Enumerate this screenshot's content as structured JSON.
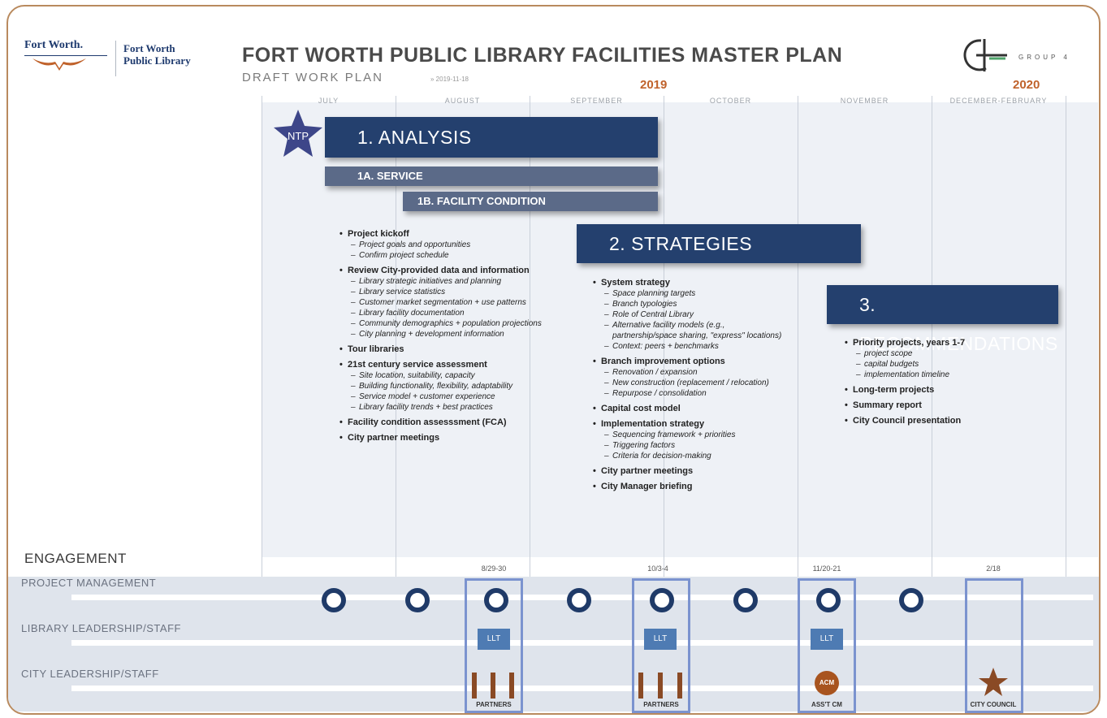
{
  "header": {
    "logo_fort_worth": "Fort Worth.",
    "logo_library_line1": "Fort Worth",
    "logo_library_line2": "Public Library",
    "title": "FORT WORTH PUBLIC LIBRARY FACILITIES MASTER PLAN",
    "subtitle": "DRAFT WORK PLAN",
    "date": "» 2019-11-18",
    "group4": "GROUP 4"
  },
  "timeline": {
    "years": [
      "2019",
      "2020"
    ],
    "months": [
      "JULY",
      "AUGUST",
      "SEPTEMBER",
      "OCTOBER",
      "NOVEMBER",
      "DECEMBER-FEBRUARY"
    ]
  },
  "ntp": "NTP",
  "phases": {
    "analysis": "1. ANALYSIS",
    "service": "1A. SERVICE",
    "facility": "1B. FACILITY CONDITION",
    "strategies": "2. STRATEGIES",
    "recommendations": "3. RECOMMENDATIONS"
  },
  "analysis_tasks": [
    {
      "label": "Project kickoff",
      "subs": [
        "Project goals and opportunities",
        "Confirm project schedule"
      ]
    },
    {
      "label": "Review City-provided data and information",
      "subs": [
        "Library strategic initiatives and planning",
        "Library service statistics",
        "Customer market segmentation + use patterns",
        "Library facility documentation",
        "Community demographics + population projections",
        "City planning + development information"
      ]
    },
    {
      "label": "Tour libraries",
      "subs": []
    },
    {
      "label": "21st century service assessment",
      "subs": [
        "Site location, suitability, capacity",
        "Building functionality, flexibility, adaptability",
        "Service model + customer experience",
        "Library facility trends + best practices"
      ]
    },
    {
      "label": "Facility condition assesssment (FCA)",
      "subs": []
    },
    {
      "label": "City partner meetings",
      "subs": []
    }
  ],
  "strategy_tasks": [
    {
      "label": "System strategy",
      "subs": [
        "Space planning targets",
        "Branch typologies",
        "Role of Central Library",
        "Alternative facility models (e.g., partnership/space sharing, \"express\" locations)",
        "Context: peers + benchmarks"
      ]
    },
    {
      "label": "Branch improvement options",
      "subs": [
        "Renovation / expansion",
        "New construction (replacement / relocation)",
        "Repurpose / consolidation"
      ]
    },
    {
      "label": "Capital cost model",
      "subs": []
    },
    {
      "label": "Implementation strategy",
      "subs": [
        "Sequencing framework + priorities",
        "Triggering factors",
        "Criteria for decision-making"
      ]
    },
    {
      "label": "City partner meetings",
      "subs": []
    },
    {
      "label": "City Manager briefing",
      "subs": []
    }
  ],
  "recommendation_tasks": [
    {
      "label": "Priority projects, years 1-7",
      "subs": [
        "project scope",
        "capital budgets",
        "implementation timeline"
      ]
    },
    {
      "label": "Long-term projects",
      "subs": []
    },
    {
      "label": "Summary report",
      "subs": []
    },
    {
      "label": "City Council presentation",
      "subs": []
    }
  ],
  "engagement": {
    "title": "ENGAGEMENT",
    "lanes": [
      "PROJECT MANAGEMENT",
      "LIBRARY LEADERSHIP/STAFF",
      "CITY LEADERSHIP/STAFF"
    ],
    "dates": [
      "8/29-30",
      "10/3-4",
      "11/20-21",
      "2/18"
    ],
    "llt": "LLT",
    "partners": "PARTNERS",
    "acm": "ACM",
    "asst_cm": "ASS'T CM",
    "city_council": "CITY COUNCIL"
  }
}
